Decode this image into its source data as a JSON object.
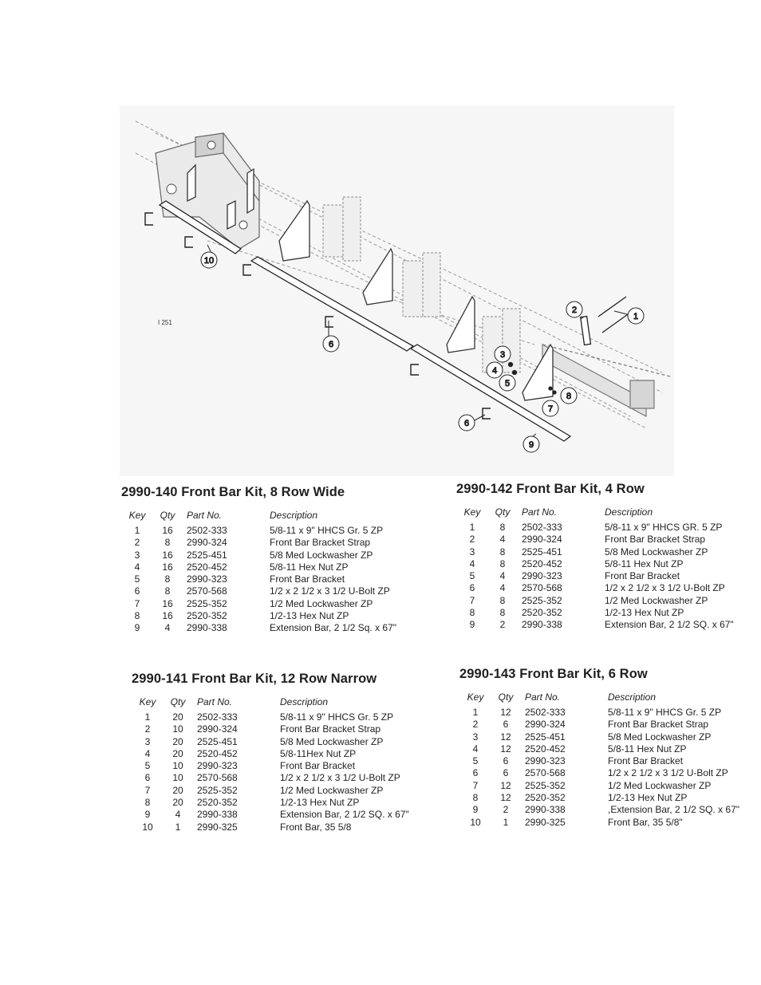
{
  "figure": {
    "id_label": "I 251",
    "callouts": [
      "1",
      "2",
      "3",
      "4",
      "5",
      "6",
      "6",
      "7",
      "8",
      "9",
      "10"
    ]
  },
  "headers": {
    "key": "Key",
    "qty": "Qty",
    "part": "Part No.",
    "desc": "Description"
  },
  "kits": [
    {
      "title": "2990-140 Front Bar Kit, 8 Row Wide",
      "rows": [
        {
          "key": "1",
          "qty": "16",
          "part": "2502-333",
          "desc": "5/8-11 x 9\" HHCS Gr. 5 ZP"
        },
        {
          "key": "2",
          "qty": "8",
          "part": "2990-324",
          "desc": "Front Bar Bracket Strap"
        },
        {
          "key": "3",
          "qty": "16",
          "part": "2525-451",
          "desc": "5/8 Med Lockwasher ZP"
        },
        {
          "key": "4",
          "qty": "16",
          "part": "2520-452",
          "desc": "5/8-11 Hex Nut ZP"
        },
        {
          "key": "5",
          "qty": "8",
          "part": "2990-323",
          "desc": "Front Bar Bracket"
        },
        {
          "key": "6",
          "qty": "8",
          "part": "2570-568",
          "desc": "1/2 x 2 1/2 x 3 1/2 U-Bolt ZP"
        },
        {
          "key": "7",
          "qty": "16",
          "part": "2525-352",
          "desc": "1/2 Med Lockwasher ZP"
        },
        {
          "key": "8",
          "qty": "16",
          "part": "2520-352",
          "desc": "1/2-13 Hex Nut ZP"
        },
        {
          "key": "9",
          "qty": "4",
          "part": "2990-338",
          "desc": "Extension Bar, 2 1/2 Sq. x 67\""
        }
      ]
    },
    {
      "title": "2990-142 Front Bar Kit, 4 Row",
      "rows": [
        {
          "key": "1",
          "qty": "8",
          "part": "2502-333",
          "desc": "5/8-11 x 9\" HHCS GR. 5 ZP"
        },
        {
          "key": "2",
          "qty": "4",
          "part": "2990-324",
          "desc": "Front Bar Bracket Strap"
        },
        {
          "key": "3",
          "qty": "8",
          "part": "2525-451",
          "desc": "5/8 Med Lockwasher ZP"
        },
        {
          "key": "4",
          "qty": "8",
          "part": "2520-452",
          "desc": "5/8-11 Hex Nut ZP"
        },
        {
          "key": "5",
          "qty": "4",
          "part": "2990-323",
          "desc": "Front Bar Bracket"
        },
        {
          "key": "6",
          "qty": "4",
          "part": "2570-568",
          "desc": "1/2 x 2 1/2 x 3 1/2 U-Bolt ZP"
        },
        {
          "key": "7",
          "qty": "8",
          "part": "2525-352",
          "desc": "1/2 Med Lockwasher ZP"
        },
        {
          "key": "8",
          "qty": "8",
          "part": "2520-352",
          "desc": "1/2-13 Hex Nut ZP"
        },
        {
          "key": "9",
          "qty": "2",
          "part": "2990-338",
          "desc": "Extension Bar, 2 1/2 SQ. x 67\""
        }
      ]
    },
    {
      "title": "2990-141 Front Bar Kit, 12 Row Narrow",
      "rows": [
        {
          "key": "1",
          "qty": "20",
          "part": "2502-333",
          "desc": "5/8-11 x 9\" HHCS Gr. 5 ZP"
        },
        {
          "key": "2",
          "qty": "10",
          "part": "2990-324",
          "desc": "Front Bar Bracket Strap"
        },
        {
          "key": "3",
          "qty": "20",
          "part": "2525-451",
          "desc": "5/8 Med Lockwasher ZP"
        },
        {
          "key": "4",
          "qty": "20",
          "part": "2520-452",
          "desc": "5/8-11Hex Nut ZP"
        },
        {
          "key": "5",
          "qty": "10",
          "part": "2990-323",
          "desc": "Front Bar Bracket"
        },
        {
          "key": "6",
          "qty": "10",
          "part": "2570-568",
          "desc": "1/2 x 2 1/2 x 3 1/2 U-Bolt ZP"
        },
        {
          "key": "7",
          "qty": "20",
          "part": "2525-352",
          "desc": "1/2 Med Lockwasher ZP"
        },
        {
          "key": "8",
          "qty": "20",
          "part": "2520-352",
          "desc": "1/2-13 Hex Nut ZP"
        },
        {
          "key": "9",
          "qty": "4",
          "part": "2990-338",
          "desc": "Extension Bar, 2 1/2 SQ. x 67\""
        },
        {
          "key": "10",
          "qty": "1",
          "part": "2990-325",
          "desc": "Front Bar, 35 5/8"
        }
      ]
    },
    {
      "title": "2990-143 Front Bar Kit, 6 Row",
      "rows": [
        {
          "key": "1",
          "qty": "12",
          "part": "2502-333",
          "desc": "5/8-11 x 9\" HHCS Gr. 5 ZP"
        },
        {
          "key": "2",
          "qty": "6",
          "part": "2990-324",
          "desc": "Front Bar Bracket Strap"
        },
        {
          "key": "3",
          "qty": "12",
          "part": "2525-451",
          "desc": "5/8 Med Lockwasher ZP"
        },
        {
          "key": "4",
          "qty": "12",
          "part": "2520-452",
          "desc": "5/8-11 Hex Nut ZP"
        },
        {
          "key": "5",
          "qty": "6",
          "part": "2990-323",
          "desc": "Front Bar Bracket"
        },
        {
          "key": "6",
          "qty": "6",
          "part": "2570-568",
          "desc": "1/2 x 2 1/2 x 3 1/2 U-Bolt ZP"
        },
        {
          "key": "7",
          "qty": "12",
          "part": "2525-352",
          "desc": "1/2 Med Lockwasher ZP"
        },
        {
          "key": "8",
          "qty": "12",
          "part": "2520-352",
          "desc": "1/2-13 Hex Nut ZP"
        },
        {
          "key": "9",
          "qty": "2",
          "part": "2990-338",
          "desc": ",Extension Bar, 2 1/2 SQ. x 67\""
        },
        {
          "key": "10",
          "qty": "1",
          "part": "2990-325",
          "desc": "Front Bar, 35 5/8\""
        }
      ]
    }
  ]
}
